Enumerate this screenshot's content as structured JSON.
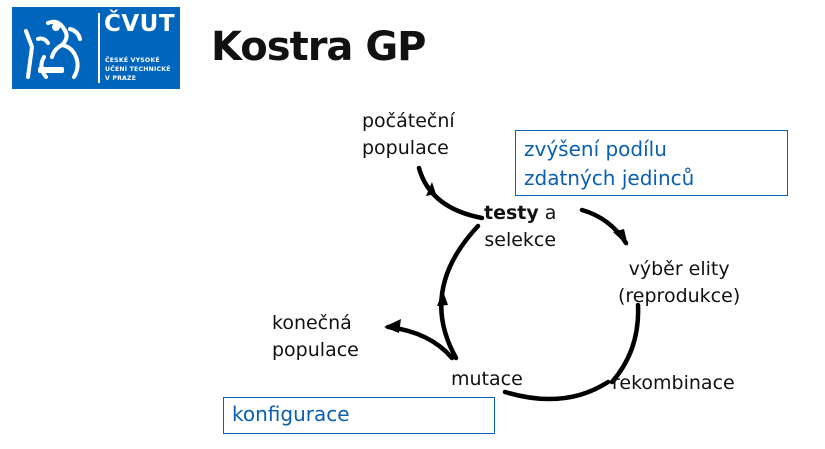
{
  "logo": {
    "name": "ČVUT",
    "line1": "ČESKÉ VYSOKÉ",
    "line2": "UČENÍ TECHNICKÉ",
    "line3": "V PRAZE"
  },
  "title": "Kostra GP",
  "nodes": {
    "initial": {
      "line1": "počáteční",
      "line2": "populace"
    },
    "selection": {
      "bold": "testy",
      "rest": " a",
      "line2": "selekce"
    },
    "elite": {
      "line1": "výběr elity",
      "line2": "(reprodukce)"
    },
    "recombination": {
      "line1": "rekombinace"
    },
    "mutation": {
      "line1": "mutace"
    },
    "final": {
      "line1": "konečná",
      "line2": "populace"
    }
  },
  "notes": {
    "fitness": {
      "line1": "zvýšení podílu",
      "line2": "zdatných jedinců"
    },
    "config": {
      "line1": "konfigurace"
    }
  },
  "colors": {
    "brand_blue": "#0065bd",
    "note_blue": "#0a5fb0",
    "arrow": "#000000"
  }
}
